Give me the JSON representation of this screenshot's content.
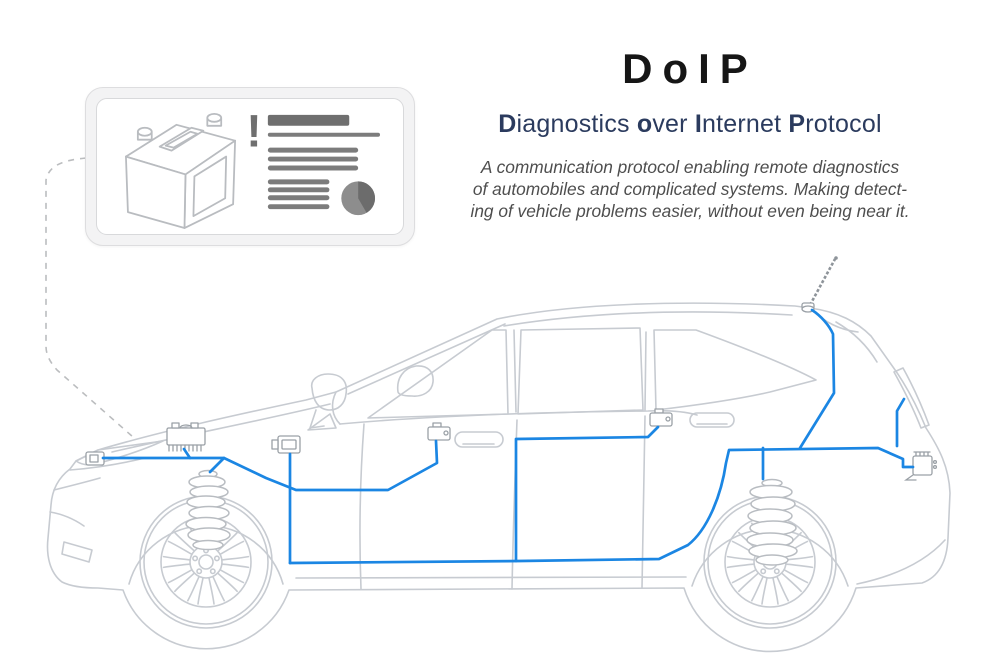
{
  "header": {
    "title": "DoIP",
    "subtitle_parts": [
      {
        "text": "D",
        "bold": true
      },
      {
        "text": "iagnostics ",
        "bold": false
      },
      {
        "text": "o",
        "bold": true
      },
      {
        "text": "ver ",
        "bold": false
      },
      {
        "text": "I",
        "bold": true
      },
      {
        "text": "nternet ",
        "bold": false
      },
      {
        "text": "P",
        "bold": true
      },
      {
        "text": "rotocol",
        "bold": false
      }
    ],
    "description_lines": [
      "A communication protocol enabling remote diagnostics",
      "of automobiles and complicated systems. Making detect-",
      "ing of vehicle problems easier, without even being near it."
    ]
  },
  "report_card": {
    "alert_glyph": "!",
    "icons": [
      "car-battery-icon",
      "alert-icon",
      "report-text-lines",
      "pie-chart-icon"
    ]
  },
  "diagram": {
    "components": [
      "headlight-module",
      "engine-battery-module",
      "cowl-ecu",
      "front-suspension-spring",
      "front-door-lock-module",
      "rear-door-lock-module",
      "rear-suspension-spring",
      "roof-antenna",
      "rear-ecu"
    ]
  },
  "colors": {
    "accent_blue": "#1b86e3",
    "navy": "#2b3b5e",
    "title_black": "#161616",
    "car_line_gray": "#c7cbd1",
    "component_gray": "#9aa0a6",
    "report_gray": "#7c7c7c",
    "report_dark": "#6f6f6f",
    "card_bg": "#f3f3f4",
    "dashed_gray": "#bbbdbf",
    "coil_gray": "#b8bcc1"
  }
}
